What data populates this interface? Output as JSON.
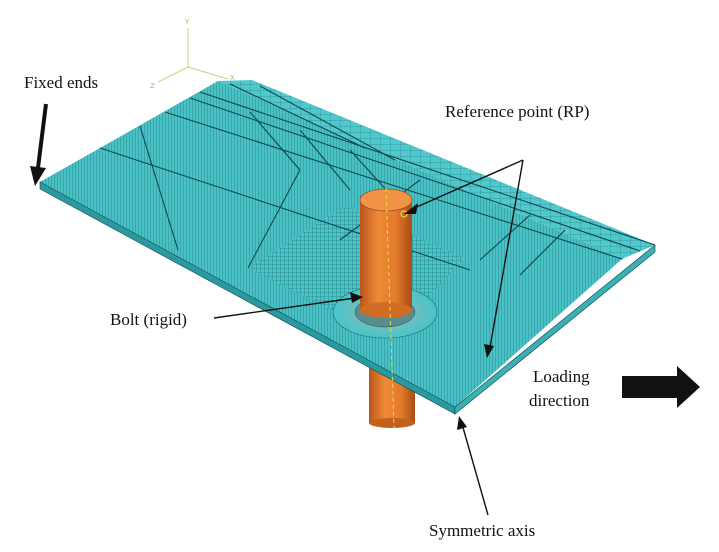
{
  "labels": {
    "fixed_ends": "Fixed ends",
    "reference_point": "Reference point (RP)",
    "bolt": "Bolt (rigid)",
    "loading_line1": "Loading",
    "loading_line2": "direction",
    "symmetric_axis": "Symmetric axis"
  },
  "triad": {
    "y": "Y",
    "x": "X",
    "z": "Z"
  },
  "colors": {
    "plate": "#49c4c8",
    "plate_dark": "#2a9aa0",
    "mesh_line": "#0f5a5e",
    "bolt": "#e07a2a",
    "bolt_dark": "#b8561a",
    "axis_line": "#e8d84a",
    "arrow": "#111111"
  }
}
